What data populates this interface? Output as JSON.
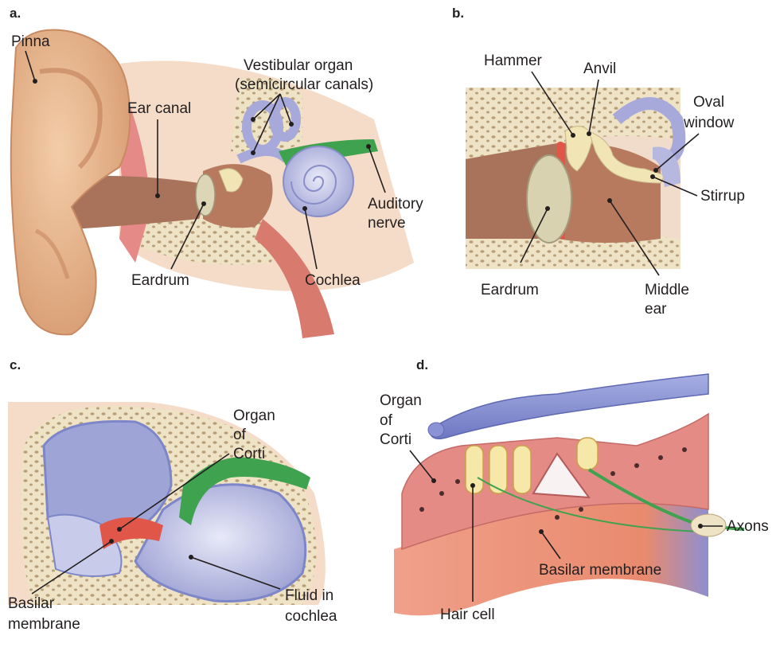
{
  "panels": {
    "a": {
      "tag": "a.",
      "labels": {
        "pinna": "Pinna",
        "ear_canal": "Ear canal",
        "vestibular_line1": "Vestibular organ",
        "vestibular_line2": "(semicircular canals)",
        "auditory_line1": "Auditory",
        "auditory_line2": "nerve",
        "eardrum": "Eardrum",
        "cochlea": "Cochlea"
      }
    },
    "b": {
      "tag": "b.",
      "labels": {
        "hammer": "Hammer",
        "anvil": "Anvil",
        "oval_line1": "Oval",
        "oval_line2": "window",
        "stirrup": "Stirrup",
        "eardrum": "Eardrum",
        "middle_line1": "Middle",
        "middle_line2": "ear"
      }
    },
    "c": {
      "tag": "c.",
      "labels": {
        "organ_line1": "Organ",
        "organ_line2": "of",
        "organ_line3": "Corti",
        "basilar_line1": "Basilar",
        "basilar_line2": "membrane",
        "fluid_line1": "Fluid in",
        "fluid_line2": "cochlea"
      }
    },
    "d": {
      "tag": "d.",
      "labels": {
        "organ_line1": "Organ",
        "organ_line2": "of",
        "organ_line3": "Corti",
        "axons": "Axons",
        "basilar": "Basilar membrane",
        "hair_cell": "Hair cell"
      }
    }
  },
  "colors": {
    "skin": "#e8b48c",
    "skin_dark": "#c98a62",
    "bone": "#efe3c6",
    "bone_pore": "#b89f7a",
    "tissue_red": "#e0574a",
    "cochlea": "#b6b8e0",
    "nerve": "#3fa24e",
    "canal": "#b07a5a",
    "muscle": "#e98a6e",
    "membrane": "#7d86c9"
  }
}
